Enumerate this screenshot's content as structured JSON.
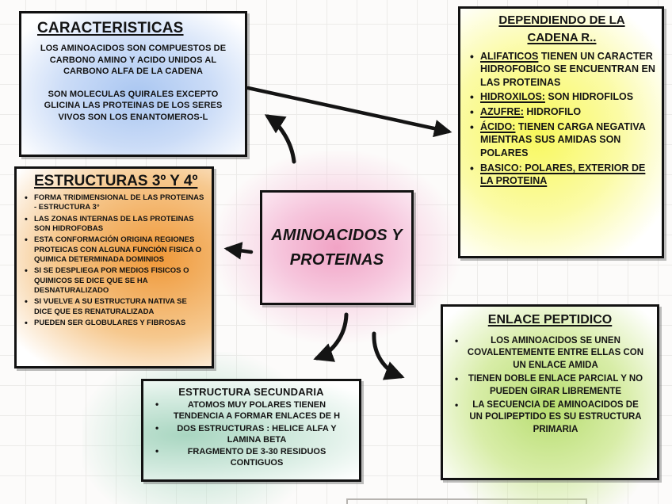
{
  "diagram_title": "AMINOACIDOS Y PROTEINAS",
  "center_node": {
    "title_line1": "AMINOACIDOS Y",
    "title_line2": "PROTEINAS",
    "accent_color": "#f1a3c5"
  },
  "boxes": {
    "caracteristicas": {
      "title": "CARACTERISTICAS",
      "accent_color": "#a9c6f1",
      "paragraphs": [
        "LOS AMINOACIDOS SON COMPUESTOS DE CARBONO AMINO Y ACIDO UNIDOS AL CARBONO ALFA DE LA CADENA",
        "SON MOLECULAS QUIRALES EXCEPTO GLICINA LAS PROTEINAS DE LOS SERES VIVOS SON LOS ENANTOMEROS-L"
      ]
    },
    "dependiendo": {
      "title_line1": "DEPENDIENDO DE LA",
      "title_line2": "CADENA  R..",
      "accent_color": "#f8f85c",
      "bullets": [
        [
          {
            "t": "ALIFATICOS",
            "u": true
          },
          {
            "t": " TIENEN UN CARACTER HIDROFOBICO SE ENCUENTRAN EN LAS PROTEINAS",
            "u": false
          }
        ],
        [
          {
            "t": "HIDROXILOS:",
            "u": true
          },
          {
            "t": " SON HIDROFILOS",
            "u": false
          }
        ],
        [
          {
            "t": "AZUFRE:",
            "u": true
          },
          {
            "t": " HIDROFILO",
            "u": false
          }
        ],
        [
          {
            "t": "ÁCIDO:",
            "u": true
          },
          {
            "t": " TIENEN CARGA NEGATIVA MIENTRAS SUS AMIDAS SON POLARES",
            "u": false
          }
        ],
        [
          {
            "t": "BASICO: POLARES, EXTERIOR DE LA PROTEINA",
            "u": true
          }
        ]
      ]
    },
    "estructuras": {
      "title": "ESTRUCTURAS 3º Y 4º",
      "accent_color": "#ef9838",
      "bullets": [
        "FORMA TRIDIMENSIONAL DE LAS PROTEINAS - ESTRUCTURA 3°",
        "LAS ZONAS INTERNAS DE LAS PROTEINAS SON HIDROFOBAS",
        "ESTA CONFORMACIÓN ORIGINA REGIONES PROTEICAS CON ALGUNA FUNCIÓN FISICA O QUIMICA DETERMINADA DOMINIOS",
        "SI SE DESPLIEGA POR MEDIOS FISICOS O QUIMICOS SE DICE QUE SE HA DESNATURALIZADO",
        "SI VUELVE A SU ESTRUCTURA NATIVA SE DICE QUE ES RENATURALIZADA",
        "PUEDEN SER GLOBULARES Y FIBROSAS"
      ]
    },
    "secundaria": {
      "title": "ESTRUCTURA SECUNDARIA",
      "accent_color": "#a9d6c1",
      "bullets": [
        "ATOMOS MUY POLARES TIENEN TENDENCIA A FORMAR ENLACES DE H",
        "DOS ESTRUCTURAS : HELICE ALFA Y LAMINA BETA",
        "FRAGMENTO DE 3-30 RESIDUOS CONTIGUOS"
      ]
    },
    "enlace": {
      "title": "ENLACE PEPTIDICO",
      "accent_color": "#b7dd6f",
      "bullets": [
        "LOS AMINOACIDOS SE UNEN COVALENTEMENTE ENTRE ELLAS CON UN ENLACE AMIDA",
        "TIENEN DOBLE ENLACE PARCIAL Y NO PUEDEN GIRAR LIBREMENTE",
        "LA SECUENCIA DE AMINOACIDOS DE UN POLIPEPTIDO ES SU ESTRUCTURA PRIMARIA"
      ]
    }
  },
  "style": {
    "arrow_color": "#141414",
    "border_color": "#121212",
    "grid_color": "#ecebe9",
    "background_color": "#fcfbfa"
  }
}
